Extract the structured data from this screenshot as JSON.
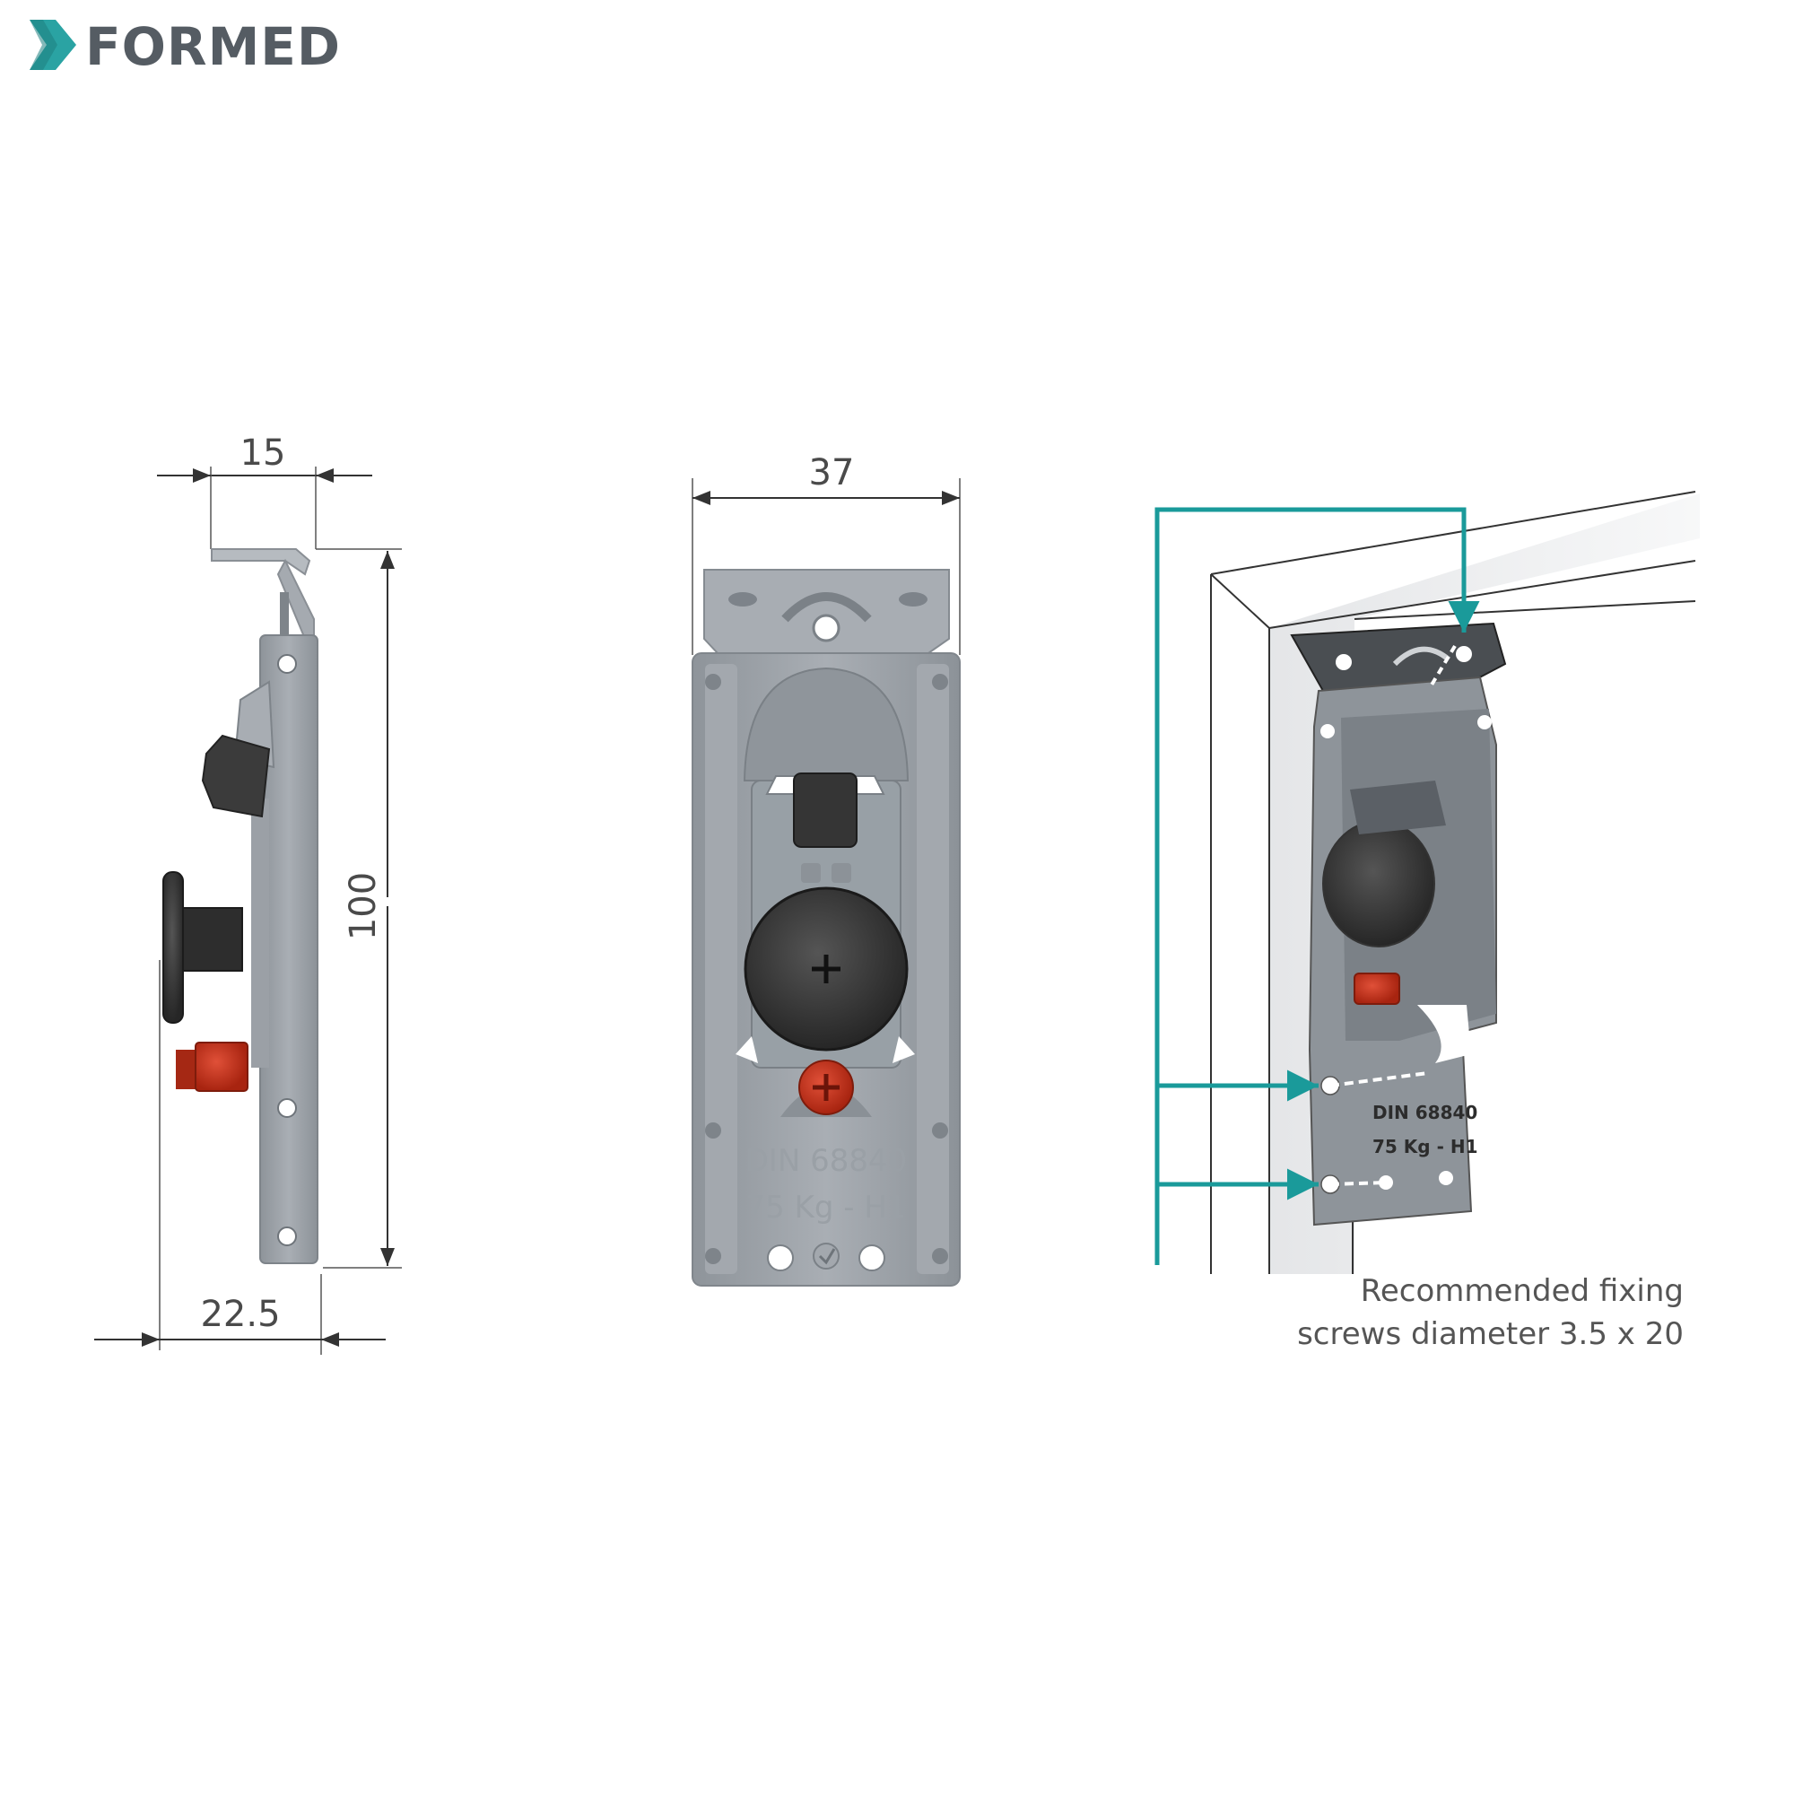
{
  "brand": {
    "name": "FORMED",
    "logo_icon": "double-chevron-icon",
    "logo_color": "#2aa3a3",
    "text_color": "#555c63"
  },
  "colors": {
    "metal": "#9ea3a9",
    "metal_dark": "#7d838a",
    "rubber": "#3a3a3a",
    "screw_red": "#c8321e",
    "arrow_teal": "#1a9a9a",
    "dimension_line": "#333333"
  },
  "side_view": {
    "dim_top": "15",
    "dim_height": "100",
    "dim_bottom": "22.5"
  },
  "front_view": {
    "dim_width": "37",
    "stamp_line1": "DIN 68840",
    "stamp_line2": "75 Kg - H1"
  },
  "install_view": {
    "stamp_line1": "DIN 68840",
    "stamp_line2": "75 Kg - H1",
    "note_line1": "Recommended fixing",
    "note_line2": "screws diameter 3.5 x 20"
  }
}
